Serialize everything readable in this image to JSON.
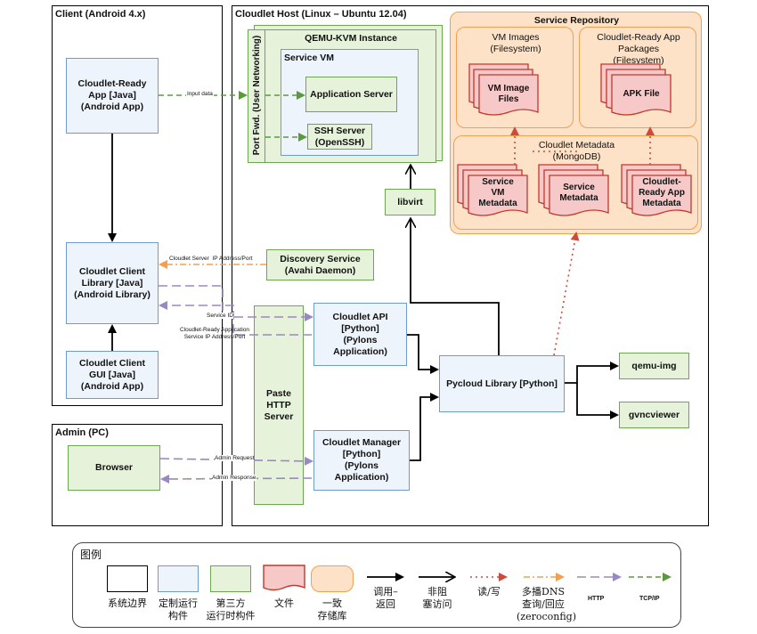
{
  "client": {
    "title": "Client (Android 4.x)",
    "cloudlet_ready_app": "Cloudlet-Ready\nApp [Java]\n(Android App)",
    "client_library": "Cloudlet Client\nLibrary [Java]\n(Android Library)",
    "client_gui": "Cloudlet Client\nGUI [Java]\n(Android App)"
  },
  "admin": {
    "title": "Admin (PC)",
    "browser": "Browser"
  },
  "host": {
    "title": "Cloudlet Host (Linux – Ubuntu 12.04)",
    "qemu_instance": "QEMU-KVM Instance",
    "port_fwd": "Port Fwd. (User Networking)",
    "service_vm": "Service VM",
    "application_server": "Application Server",
    "ssh_server": "SSH Server\n(OpenSSH)",
    "libvirt": "libvirt",
    "discovery_service": "Discovery Service\n(Avahi Daemon)",
    "paste_server": "Paste\nHTTP\nServer",
    "cloudlet_api": "Cloudlet API\n[Python]\n(Pylons\nApplication)",
    "cloudlet_manager": "Cloudlet Manager\n[Python]\n(Pylons\nApplication)",
    "pycloud_library": "Pycloud Library [Python]",
    "qemu_img": "qemu-img",
    "gvncviewer": "gvncviewer"
  },
  "repository": {
    "title": "Service Repository",
    "vm_images": "VM Images\n(Filesystem)",
    "vm_image_files": "VM Image\nFiles",
    "app_packages": "Cloudlet-Ready App\nPackages\n(Filesystem)",
    "apk_file": "APK File",
    "metadata": "Cloudlet Metadata\n(MongoDB)",
    "service_vm_metadata": "Service\nVM\nMetadata",
    "service_metadata": "Service\nMetadata",
    "app_metadata": "Cloudlet-\nReady App\nMetadata"
  },
  "edges": {
    "input_data": "Input data",
    "server_ip": "Cloudlet Server  IP Address/Port",
    "service_id": "Service ID",
    "app_service_ip": "Cloudlet-Ready Application\nService IP Address/Port",
    "admin_request": "Admin Request",
    "admin_response": "Admin Response"
  },
  "legend": {
    "title": "图例",
    "system_boundary": "系统边界",
    "custom_runtime": "定制运行\n构件",
    "third_party": "第三方\n运行时构件",
    "file": "文件",
    "consistent_storage": "一致\n存储库",
    "call_return": "调用–\n返回",
    "non_blocking": "非阻\n塞访问",
    "read_write": "读/写",
    "dns_query": "多播DNS\n查询/回应\n(zeroconfig)",
    "http": "HTTP",
    "tcp_ip": "TCP/IP"
  },
  "colors": {
    "custom_border": "#6f9bd1",
    "third_party_border": "#6aa84f",
    "file_border": "#c0392b",
    "repo_border": "#f0a050",
    "http_arrow": "#9a88c4",
    "tcp_arrow": "#5a9a3c",
    "dns_arrow": "#f0a050",
    "rw_arrow": "#d04a3a"
  }
}
